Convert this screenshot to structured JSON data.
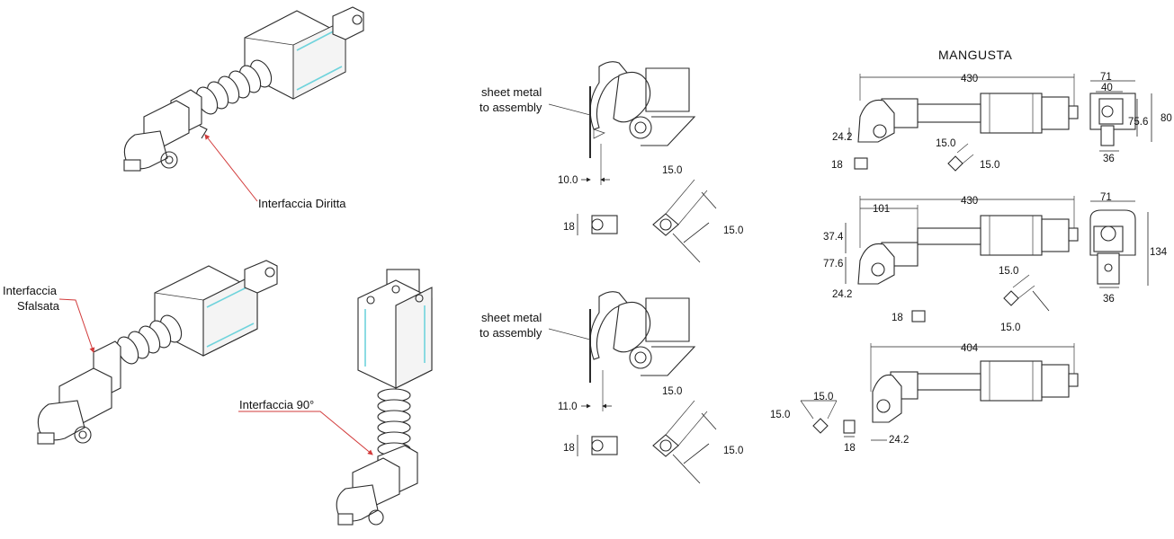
{
  "callouts": {
    "straight": "Interfaccia Diritta",
    "offset_line1": "Interfaccia",
    "offset_line2": "Sfalsata",
    "angle90": "Interfaccia 90°"
  },
  "sheet_metal": {
    "top_line1": "sheet metal",
    "top_line2": "to assembly",
    "bottom_line1": "sheet metal",
    "bottom_line2": "to assembly"
  },
  "middle_dims": {
    "top_offset": "10.0",
    "top_diag_a": "15.0",
    "top_diag_b": "15.0",
    "top_height": "18",
    "bottom_offset": "11.0",
    "bottom_diag_a": "15.0",
    "bottom_diag_b": "15.0",
    "bottom_height": "18"
  },
  "mangusta": {
    "title": "MANGUSTA",
    "view1": {
      "length": "430",
      "offset": "24.2",
      "height_small": "18",
      "diag_a": "15.0",
      "diag_b": "15.0",
      "end_w": "71",
      "end_inner": "40",
      "end_h": "80",
      "end_inner_h": "75.6",
      "end_bottom": "36"
    },
    "view2": {
      "length": "430",
      "reach": "101",
      "h1": "37.4",
      "h2": "77.6",
      "offset": "24.2",
      "diag_a": "15.0",
      "diag_b": "15.0",
      "height_small": "18",
      "end_w": "71",
      "end_h": "134",
      "end_bottom": "36"
    },
    "view3": {
      "length": "404",
      "offset": "24.2",
      "diag_a": "15.0",
      "diag_b": "15.0",
      "height_small": "18"
    }
  }
}
